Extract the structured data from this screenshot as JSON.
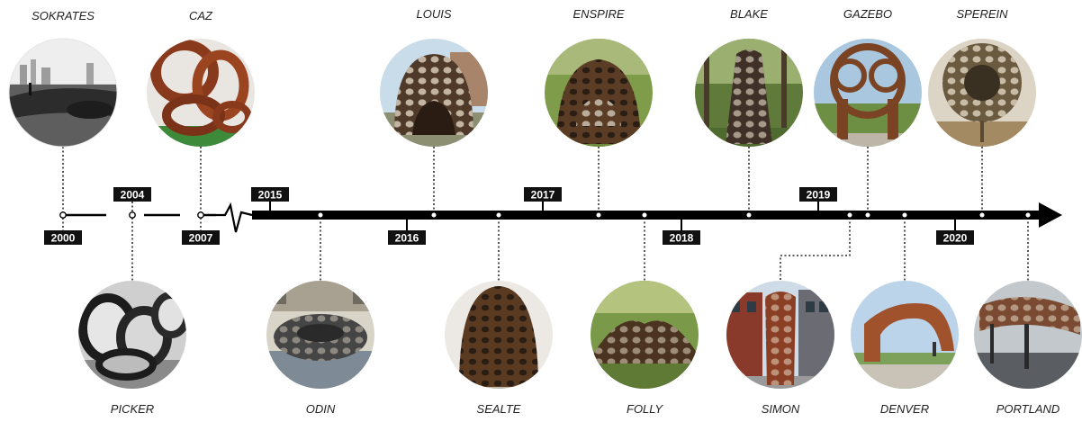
{
  "timeline": {
    "years": [
      {
        "label": "2000"
      },
      {
        "label": "2004"
      },
      {
        "label": "2007"
      },
      {
        "label": "2015"
      },
      {
        "label": "2016"
      },
      {
        "label": "2017"
      },
      {
        "label": "2018"
      },
      {
        "label": "2019"
      },
      {
        "label": "2020"
      }
    ],
    "projects": [
      {
        "name": "SOKRATES",
        "icon": "sokrates-photo",
        "color": "#6c6c6c"
      },
      {
        "name": "CAZ",
        "icon": "caz-photo",
        "color": "#8a3a1c"
      },
      {
        "name": "LOUIS",
        "icon": "louis-photo",
        "color": "#4f3a2a"
      },
      {
        "name": "ENSPIRE",
        "icon": "enspire-photo",
        "color": "#5b3c24"
      },
      {
        "name": "BLAKE",
        "icon": "blake-photo",
        "color": "#3f3128"
      },
      {
        "name": "GAZEBO",
        "icon": "gazebo-photo",
        "color": "#7a4424"
      },
      {
        "name": "SPEREIN",
        "icon": "sperein-photo",
        "color": "#6a5a40"
      },
      {
        "name": "PICKER",
        "icon": "picker-photo",
        "color": "#2a2a2a"
      },
      {
        "name": "ODIN",
        "icon": "odin-photo",
        "color": "#454545"
      },
      {
        "name": "SEALTE",
        "icon": "sealte-photo",
        "color": "#5b3a22"
      },
      {
        "name": "FOLLY",
        "icon": "folly-photo",
        "color": "#4d5a30"
      },
      {
        "name": "SIMON",
        "icon": "simon-photo",
        "color": "#8a3f24"
      },
      {
        "name": "DENVER",
        "icon": "denver-photo",
        "color": "#a0522d"
      },
      {
        "name": "PORTLAND",
        "icon": "portland-photo",
        "color": "#7a4a32"
      }
    ]
  }
}
